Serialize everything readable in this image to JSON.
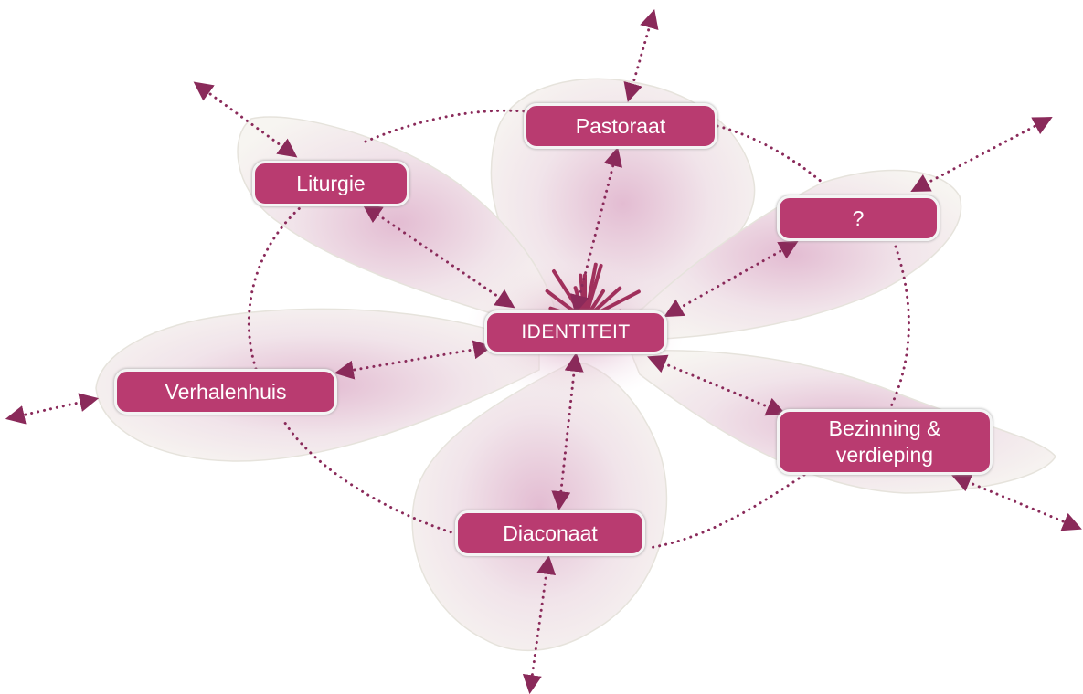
{
  "theme": {
    "node_fill": "#b93b70",
    "arrow_color": "#8a2a5a",
    "petal_fill": "#f6f3ef",
    "petal_tint": "#e8c4d8",
    "stamen_color": "#a0305c"
  },
  "diagram": {
    "center": {
      "label": "IDENTITEIT"
    },
    "nodes": [
      {
        "id": "pastoraat",
        "label": "Pastoraat"
      },
      {
        "id": "liturgie",
        "label": "Liturgie"
      },
      {
        "id": "vraag",
        "label": "?"
      },
      {
        "id": "verhalenhuis",
        "label": "Verhalenhuis"
      },
      {
        "id": "bezinning",
        "label": "Bezinning &\nverdieping"
      },
      {
        "id": "diaconaat",
        "label": "Diaconaat"
      }
    ]
  }
}
